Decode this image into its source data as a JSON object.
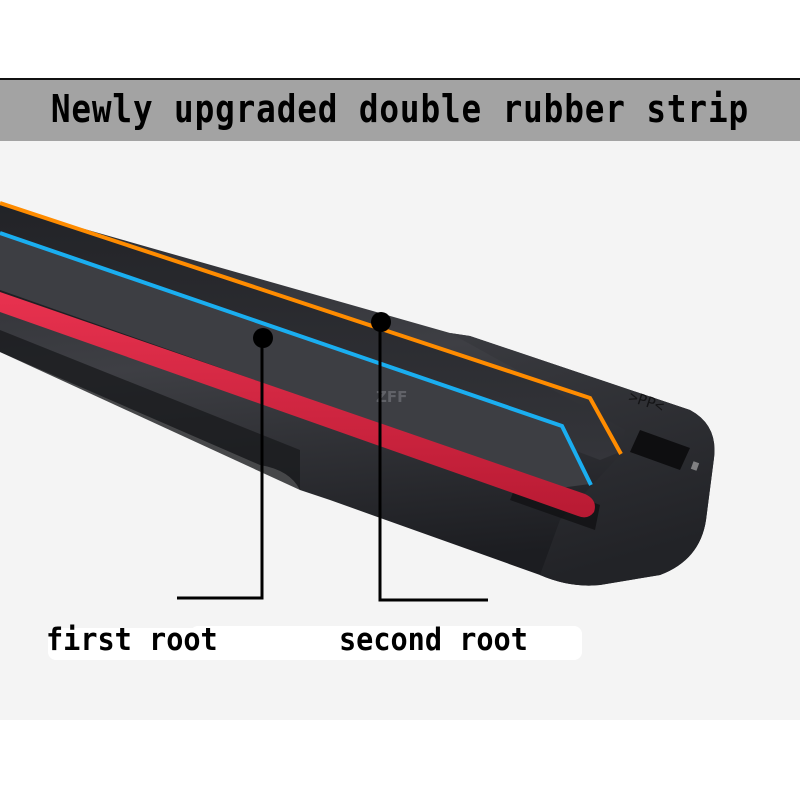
{
  "header": {
    "title": "Newly upgraded double rubber strip",
    "band_color": "#a3a3a3",
    "rule_color": "#111111"
  },
  "product": {
    "description": "wiper blade rubber strip close-up with end cap",
    "watermark": "ZFF",
    "end_cap_marking": ">PP<",
    "highlight_colors": {
      "orange_outline": "#ff8c00",
      "blue_outline": "#1aaef0",
      "red_strip": "#d9223f"
    }
  },
  "annotations": [
    {
      "id": "first",
      "label": "first root",
      "dot": [
        263,
        338
      ],
      "elbow": [
        262,
        598
      ],
      "end": [
        177,
        598
      ]
    },
    {
      "id": "second",
      "label": "second root",
      "dot": [
        381,
        322
      ],
      "elbow": [
        380,
        600
      ],
      "end": [
        488,
        600
      ]
    }
  ],
  "labels": {
    "first_root": "first root",
    "second_root": "second root"
  }
}
